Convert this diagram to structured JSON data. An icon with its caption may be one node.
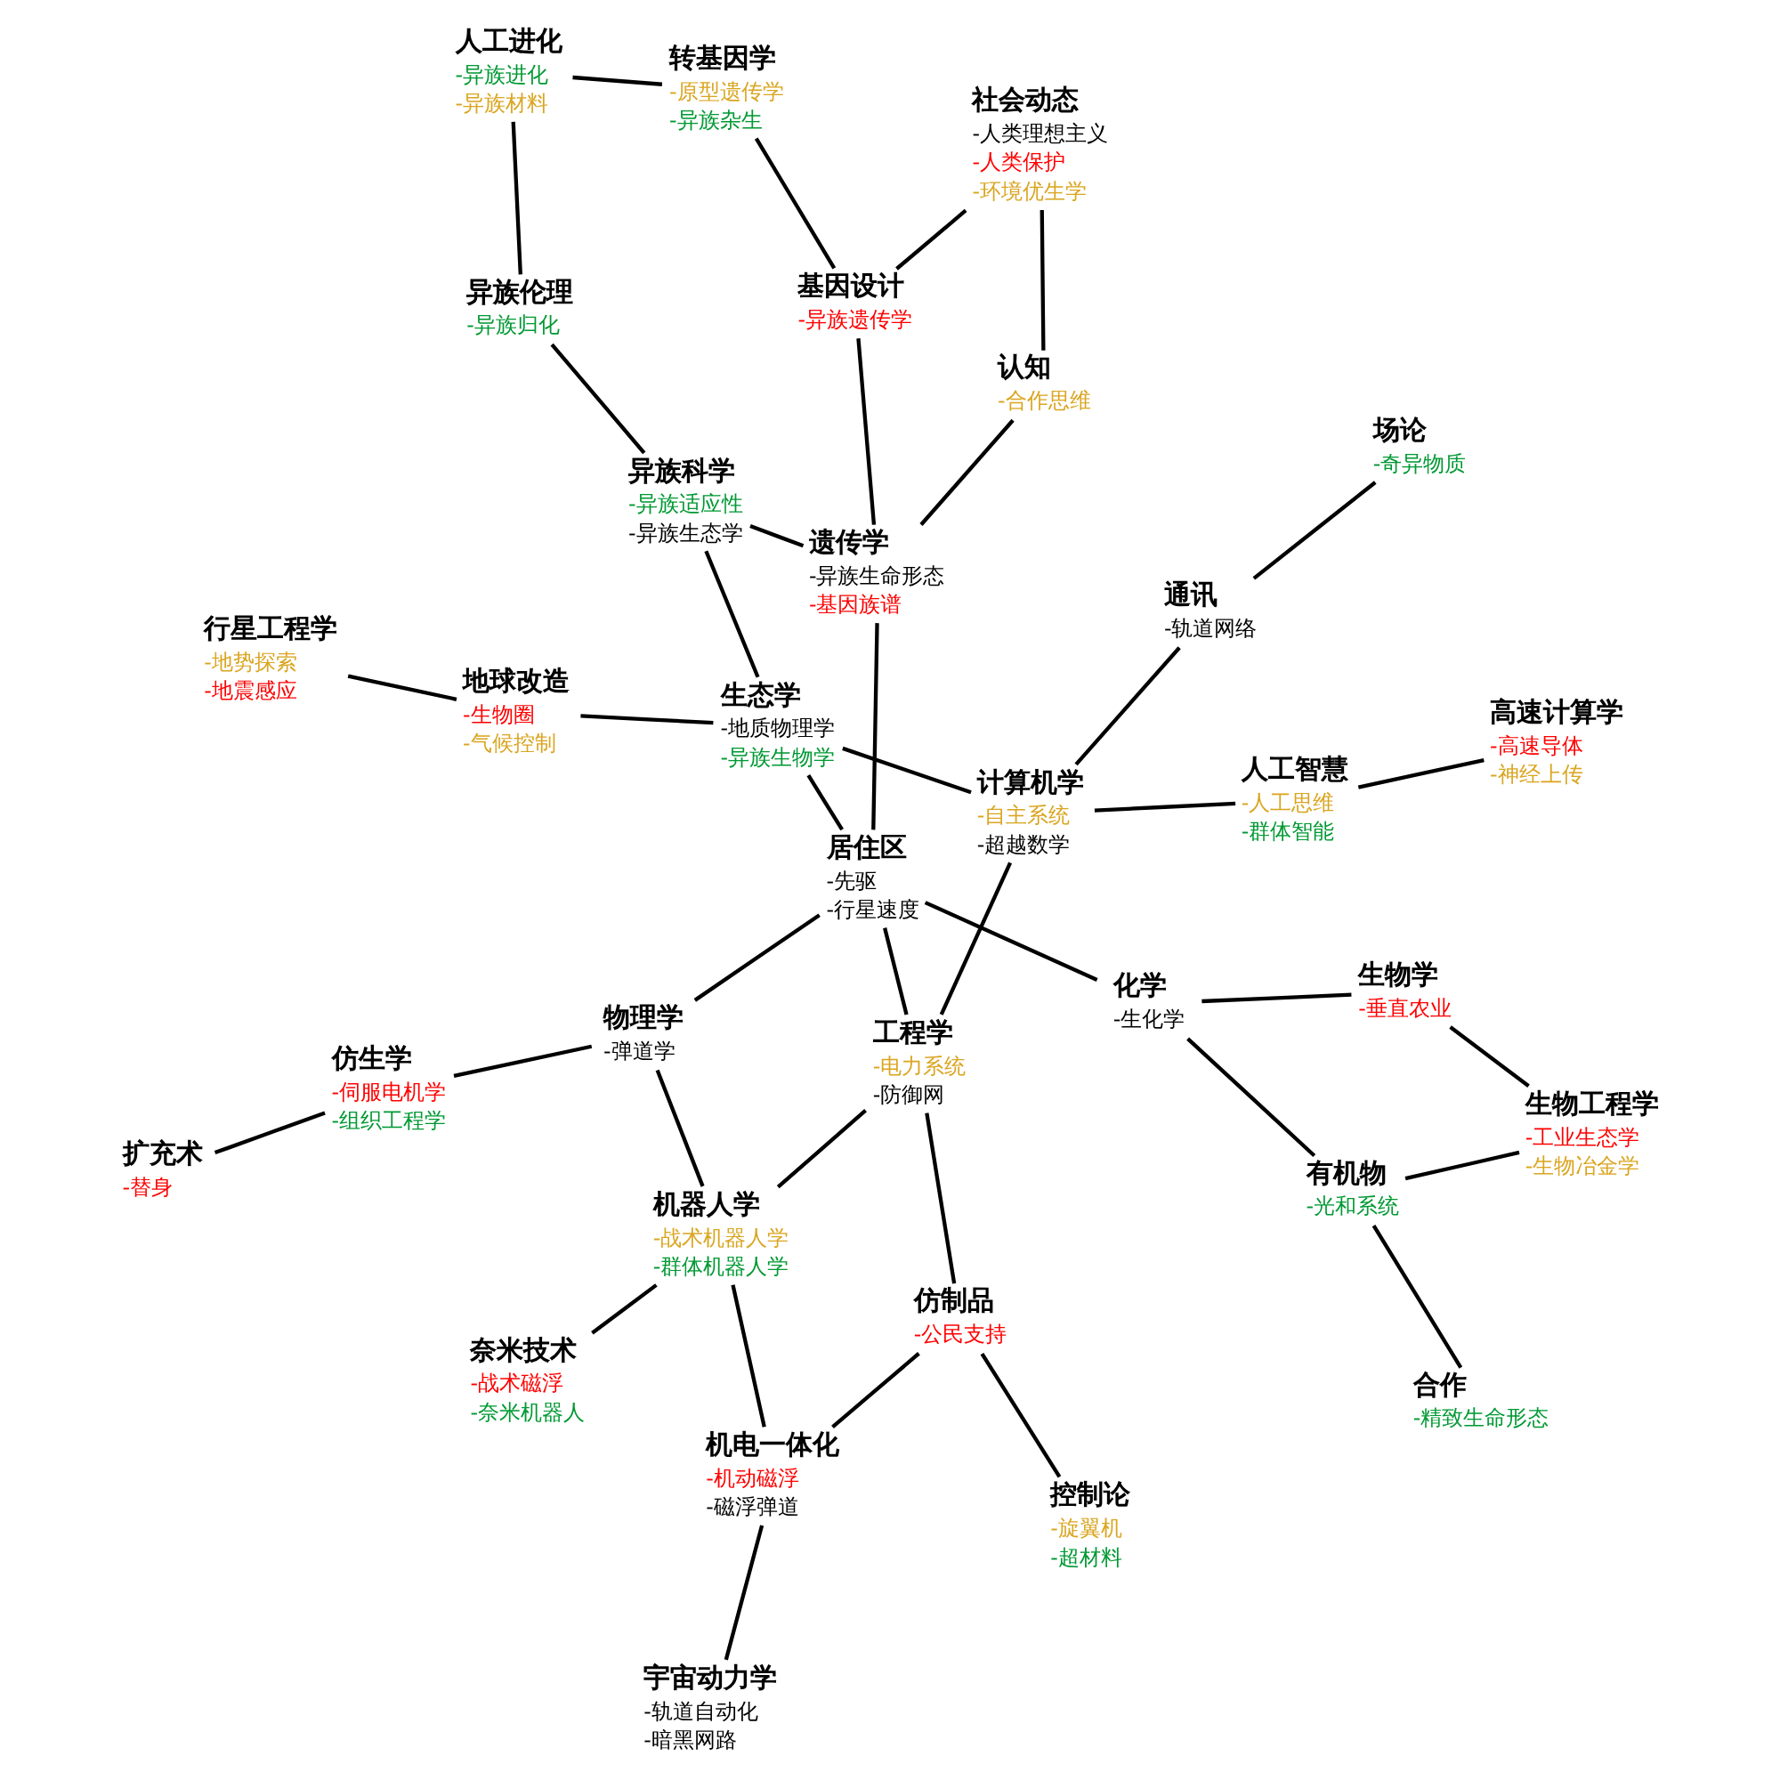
{
  "diagram": {
    "nodes": [
      {
        "text": [
          "生物工程学",
          "-工业生态学",
          "-生物冶金学"
        ]
      },
      {
        "text": [
          "扩充术",
          "-替身"
        ]
      },
      {
        "text": [
          "合作",
          "-精致生命形态"
        ]
      },
      {
        "text": [
          "生物学",
          "-垂直农业"
        ]
      },
      {
        "text": [
          "仿生学",
          "-伺服电机学",
          "-组织工程学"
        ]
      },
      {
        "text": [
          "有机物",
          "-光和系统"
        ]
      },
      {
        "text": [
          "社会动态",
          "-人类理想主义",
          "-人类保护",
          "-环境优生学"
        ]
      },
      {
        "text": [
          "奈米技术",
          "-战术磁浮",
          "-奈米机器人"
        ]
      },
      {
        "text": [
          "机器人学",
          "-战术机器人学",
          "-群体机器人学"
        ]
      },
      {
        "text": [
          "物理学",
          "-弹道学"
        ]
      },
      {
        "text": [
          "化学",
          "-生化学"
        ]
      },
      {
        "text": [
          "认知",
          "-合作思维"
        ]
      },
      {
        "text": [
          "宇宙动力学",
          "-轨道自动化",
          "-暗黑网路"
        ]
      },
      {
        "text": [
          "机电一体化",
          "-机动磁浮",
          "-磁浮弹道"
        ]
      },
      {
        "text": [
          "工程学",
          "-电力系统",
          "-防御网"
        ]
      },
      {
        "text": [
          "居住区",
          "-先驱",
          "-行星速度"
        ]
      },
      {
        "text": [
          "遗传学",
          "-异族生命形态",
          "-基因族谱"
        ]
      },
      {
        "text": [
          "基因设计",
          "-异族遗传学"
        ]
      },
      {
        "text": [
          "转基因学",
          "-原型遗传学",
          "-异族杂生"
        ]
      },
      {
        "text": [
          "人工进化",
          "-异族进化",
          "-异族材料"
        ]
      },
      {
        "text": [
          "计算机学",
          "-自主系统",
          "-超越数学"
        ]
      },
      {
        "text": [
          "生态学",
          "-地质物理学",
          "-异族生物学"
        ]
      },
      {
        "text": [
          "异族科学",
          "-异族适应性",
          "-异族生态学"
        ]
      },
      {
        "text": [
          "仿制品",
          "-公民支持"
        ]
      },
      {
        "text": [
          "控制论",
          "-旋翼机",
          "-超材料"
        ]
      },
      {
        "text": [
          "异族伦理",
          "-异族归化"
        ]
      },
      {
        "text": [
          "人工智慧",
          "-人工思维",
          "-群体智能"
        ]
      },
      {
        "text": [
          "地球改造",
          "-生物圈",
          "-气候控制"
        ]
      },
      {
        "text": [
          "通讯",
          "-轨道网络"
        ]
      },
      {
        "text": [
          "高速计算学",
          "-高速导体",
          "-神经上传"
        ]
      },
      {
        "text": [
          "行星工程学",
          "-地势探索",
          "-地震感应"
        ]
      },
      {
        "text": [
          "场论",
          "-奇异物质"
        ]
      }
    ],
    "edges": [
      {
        "from": 15,
        "to": 9,
        "arrow": "none"
      },
      {
        "from": 15,
        "to": 10,
        "arrow": "none"
      },
      {
        "from": 15,
        "to": 16,
        "arrow": "none"
      },
      {
        "from": 15,
        "to": 21,
        "arrow": "none"
      },
      {
        "from": 15,
        "to": 14,
        "arrow": "none"
      },
      {
        "from": 9,
        "to": 4,
        "arrow": "none"
      },
      {
        "from": 9,
        "to": 8,
        "arrow": "none"
      },
      {
        "from": 4,
        "to": 1,
        "arrow": "none"
      },
      {
        "from": 10,
        "to": 3,
        "arrow": "none"
      },
      {
        "from": 10,
        "to": 5,
        "arrow": "none"
      },
      {
        "from": 3,
        "to": 0,
        "arrow": "none"
      },
      {
        "from": 5,
        "to": 0,
        "arrow": "none"
      },
      {
        "from": 5,
        "to": 2,
        "arrow": "none"
      },
      {
        "from": 16,
        "to": 11,
        "arrow": "none"
      },
      {
        "from": 16,
        "to": 17,
        "arrow": "none"
      },
      {
        "from": 16,
        "to": 22,
        "arrow": "none"
      },
      {
        "from": 11,
        "to": 6,
        "arrow": "none"
      },
      {
        "from": 17,
        "to": 6,
        "arrow": "none"
      },
      {
        "from": 17,
        "to": 18,
        "arrow": "none"
      },
      {
        "from": 18,
        "to": 19,
        "arrow": "none"
      },
      {
        "from": 19,
        "to": 25,
        "arrow": "none"
      },
      {
        "from": 22,
        "to": 25,
        "arrow": "none"
      },
      {
        "from": 21,
        "to": 22,
        "arrow": "none"
      },
      {
        "from": 21,
        "to": 27,
        "arrow": "none"
      },
      {
        "from": 20,
        "to": 21,
        "arrow": "none"
      },
      {
        "from": 27,
        "to": 30,
        "arrow": "none"
      },
      {
        "from": 14,
        "to": 20,
        "arrow": "none"
      },
      {
        "from": 20,
        "to": 26,
        "arrow": "none"
      },
      {
        "from": 20,
        "to": 28,
        "arrow": "none"
      },
      {
        "from": 28,
        "to": 31,
        "arrow": "none"
      },
      {
        "from": 26,
        "to": 29,
        "arrow": "none"
      },
      {
        "from": 14,
        "to": 8,
        "arrow": "none"
      },
      {
        "from": 14,
        "to": 23,
        "arrow": "none"
      },
      {
        "from": 8,
        "to": 7,
        "arrow": "none"
      },
      {
        "from": 8,
        "to": 13,
        "arrow": "none"
      },
      {
        "from": 13,
        "to": 12,
        "arrow": "none"
      },
      {
        "from": 13,
        "to": 23,
        "arrow": "none"
      },
      {
        "from": 23,
        "to": 24,
        "arrow": "none"
      }
    ]
  }
}
